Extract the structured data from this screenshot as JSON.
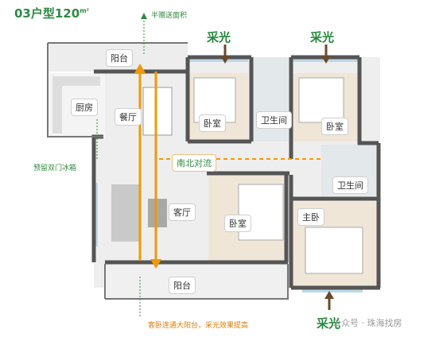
{
  "title": {
    "main": "03户型120",
    "unit": "m²"
  },
  "annotations": {
    "half_gift": "半赠送面积",
    "fridge": "预留双门冰箱",
    "bottom_note": "客卧连通大阳台，采光效果提高",
    "ventilation": "南北对流"
  },
  "light_labels": [
    "采光",
    "采光",
    "采光"
  ],
  "rooms": {
    "balcony_top": "阳台",
    "kitchen": "厨房",
    "dining": "餐厅",
    "bedroom1": "卧室",
    "bathroom1": "卫生间",
    "bedroom2": "卧室",
    "bathroom2": "卫生间",
    "living": "客厅",
    "bedroom3": "卧室",
    "master": "主卧",
    "balcony_bottom": "阳台"
  },
  "watermark": "公众号 · 珠海找房",
  "colors": {
    "green": "#2e8b3e",
    "orange": "#f39800",
    "wall": "#555555"
  }
}
